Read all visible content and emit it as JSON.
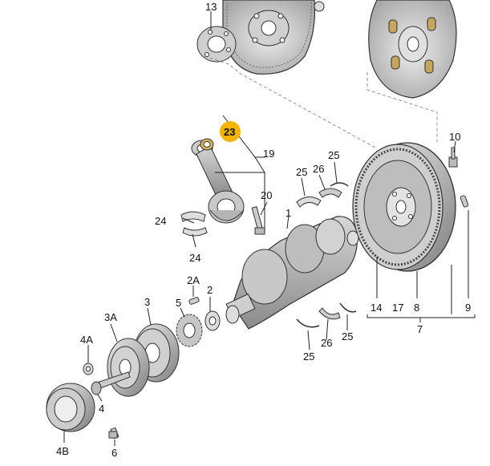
{
  "diagram": {
    "labels": {
      "l13": "13",
      "l23": "23",
      "l19": "19",
      "l20": "20",
      "l24a": "24",
      "l24b": "24",
      "l1": "1",
      "l25a": "25",
      "l26a": "26",
      "l25b": "25",
      "l10": "10",
      "l2A": "2A",
      "l2": "2",
      "l5": "5",
      "l3": "3",
      "l3A": "3A",
      "l4A": "4A",
      "l4": "4",
      "l4B": "4B",
      "l6": "6",
      "l14": "14",
      "l17": "17",
      "l8": "8",
      "l9": "9",
      "l7": "7",
      "l25c": "25",
      "l26b": "26",
      "l25d": "25"
    },
    "highlight_color": "#f2b400"
  }
}
